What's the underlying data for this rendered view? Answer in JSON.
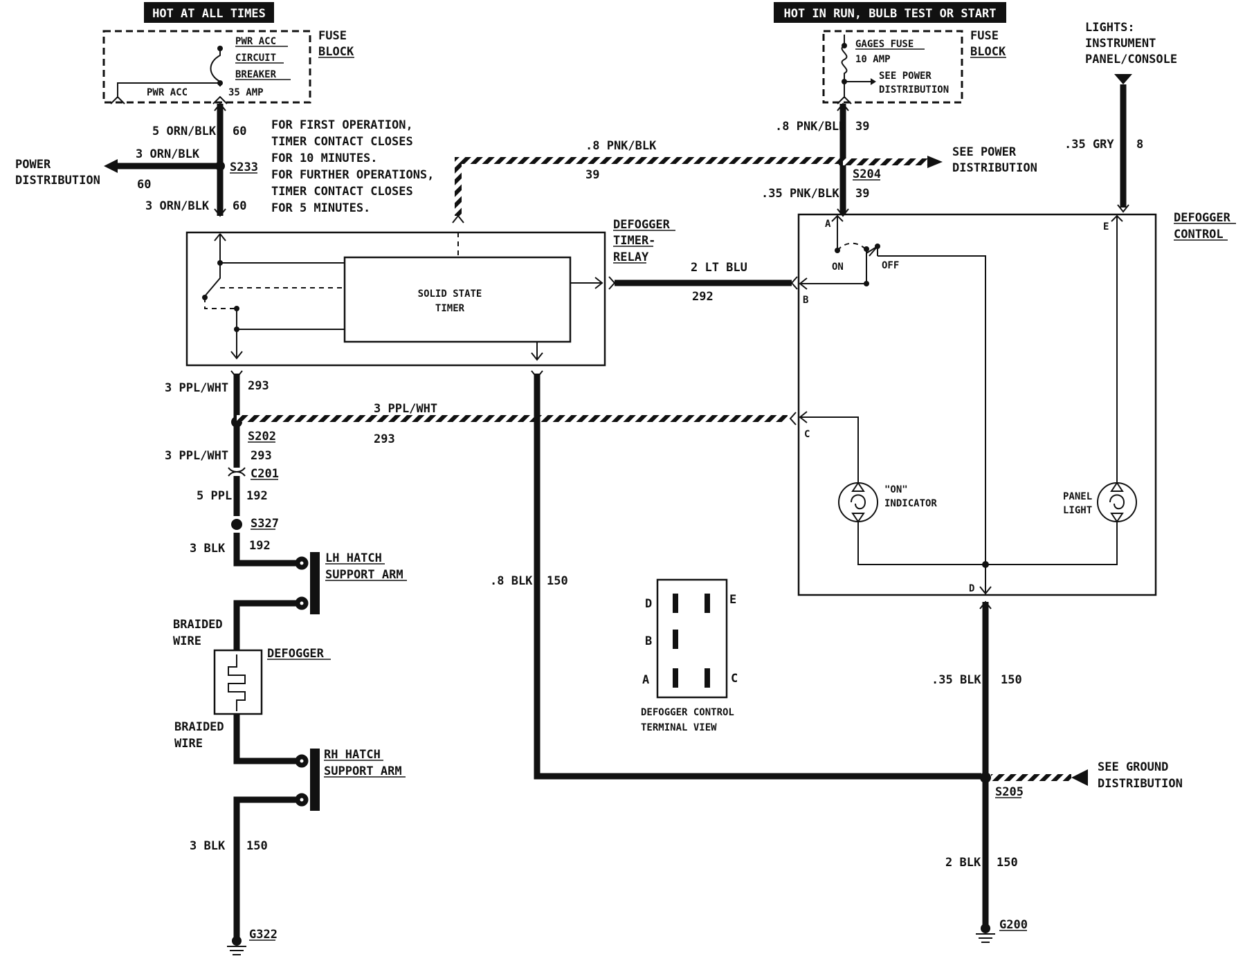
{
  "banners": {
    "left": "HOT AT ALL TIMES",
    "right": "HOT IN RUN, BULB TEST OR START"
  },
  "fuse_block_left": {
    "title_line1": "FUSE",
    "title_line2": "BLOCK",
    "device_line1": "PWR ACC",
    "device_line2": "CIRCUIT",
    "device_line3": "BREAKER",
    "bus_label": "PWR ACC",
    "rating": "35 AMP"
  },
  "fuse_block_right": {
    "title_line1": "FUSE",
    "title_line2": "BLOCK",
    "device": "GAGES FUSE",
    "rating": "10 AMP",
    "see_line1": "SEE POWER",
    "see_line2": "DISTRIBUTION"
  },
  "lights": {
    "line1": "LIGHTS:",
    "line2": "INSTRUMENT",
    "line3": "PANEL/CONSOLE"
  },
  "power_dist_left": {
    "line1": "POWER",
    "line2": "DISTRIBUTION"
  },
  "power_dist_right": {
    "line1": "SEE POWER",
    "line2": "DISTRIBUTION"
  },
  "ground_dist": {
    "line1": "SEE GROUND",
    "line2": "DISTRIBUTION"
  },
  "timer_notes": [
    "FOR FIRST OPERATION,",
    "TIMER CONTACT CLOSES",
    "FOR 10 MINUTES.",
    "FOR FURTHER OPERATIONS,",
    "TIMER CONTACT CLOSES",
    "FOR 5 MINUTES."
  ],
  "wires": {
    "w1_label": "5 ORN/BLK",
    "w1_circuit": "60",
    "w2_label": "3 ORN/BLK",
    "w2_circuit": "60",
    "w3_label": "3 ORN/BLK",
    "w3_circuit": "60",
    "w4_label": ".8 PNK/BLK",
    "w4_circuit": "39",
    "w5_label": ".8 PNK/BLK",
    "w5_circuit": "39",
    "w6_label": ".35 PNK/BLK",
    "w6_circuit": "39",
    "w7_label": ".35 GRY",
    "w7_circuit": "8",
    "w8_label": "2 LT BLU",
    "w8_circuit": "292",
    "w9_label": "3 PPL/WHT",
    "w9_circuit": "293",
    "w10_label": "3 PPL/WHT",
    "w10_circuit": "293",
    "w11_label": "3 PPL/WHT",
    "w11_circuit": "293",
    "w12_label": "5 PPL",
    "w12_circuit": "192",
    "w13_label": "3 BLK",
    "w13_circuit": "192",
    "w14_label": ".8 BLK",
    "w14_circuit": "150",
    "w15_label": ".35 BLK",
    "w15_circuit": "150",
    "w16_label": "3 BLK",
    "w16_circuit": "150",
    "w17_label": "2 BLK",
    "w17_circuit": "150"
  },
  "splices": {
    "s233": "S233",
    "s204": "S204",
    "s202": "S202",
    "c201": "C201",
    "s327": "S327",
    "s205": "S205",
    "g322": "G322",
    "g200": "G200"
  },
  "timer_relay": {
    "title_line1": "DEFOGGER",
    "title_line2": "TIMER-",
    "title_line3": "RELAY",
    "inner_line1": "SOLID STATE",
    "inner_line2": "TIMER"
  },
  "defogger_control": {
    "title_line1": "DEFOGGER",
    "title_line2": "CONTROL",
    "pin_a": "A",
    "pin_b": "B",
    "pin_c": "C",
    "pin_d": "D",
    "pin_e": "E",
    "on": "ON",
    "off": "OFF",
    "indicator_line1": "\"ON\"",
    "indicator_line2": "INDICATOR",
    "panel_line1": "PANEL",
    "panel_line2": "LIGHT"
  },
  "hatch": {
    "lh_line1": "LH HATCH",
    "lh_line2": "SUPPORT ARM",
    "rh_line1": "RH HATCH",
    "rh_line2": "SUPPORT ARM",
    "braided1_line1": "BRAIDED",
    "braided1_line2": "WIRE",
    "braided2_line1": "BRAIDED",
    "braided2_line2": "WIRE",
    "defogger": "DEFOGGER"
  },
  "terminal_view": {
    "pin_d": "D",
    "pin_b": "B",
    "pin_a": "A",
    "pin_e": "E",
    "pin_c": "C",
    "caption_line1": "DEFOGGER CONTROL",
    "caption_line2": "TERMINAL VIEW"
  }
}
